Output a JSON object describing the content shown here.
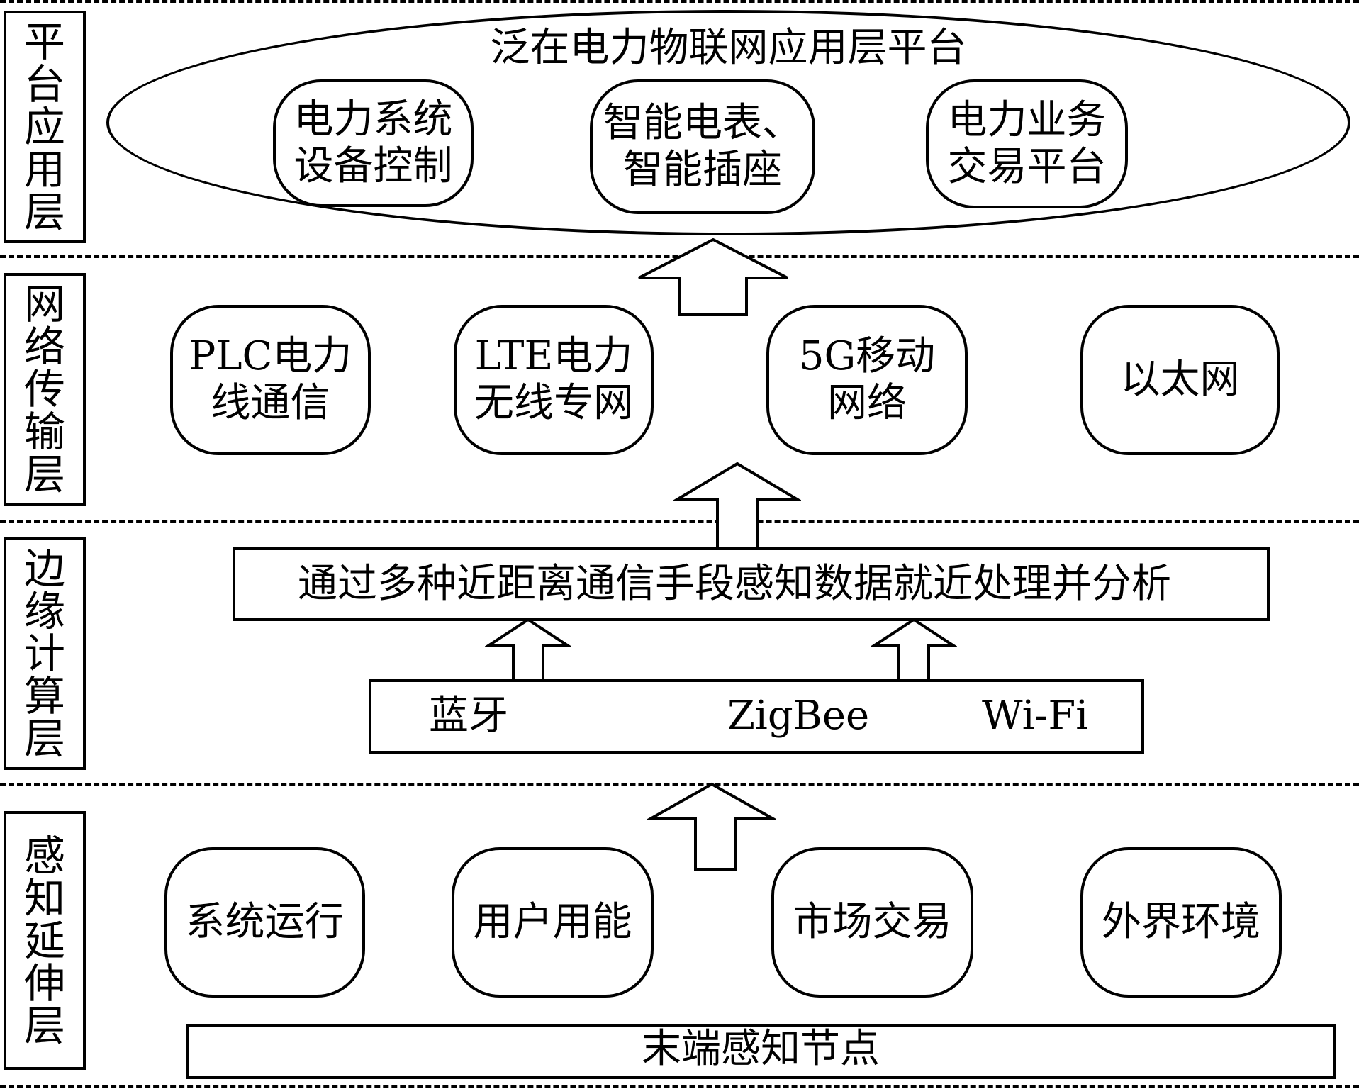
{
  "layers": [
    {
      "label": "平台应用层"
    },
    {
      "label": "网络传输层"
    },
    {
      "label": "边缘计算层"
    },
    {
      "label": "感知延伸层"
    }
  ],
  "platform": {
    "title": "泛在电力物联网应用层平台",
    "boxes": [
      {
        "line1": "电力系统",
        "line2": "设备控制"
      },
      {
        "line1": "智能电表、",
        "line2": "智能插座"
      },
      {
        "line1": "电力业务",
        "line2": "交易平台"
      }
    ]
  },
  "network": {
    "boxes": [
      {
        "line1": "PLC电力",
        "line2": "线通信"
      },
      {
        "line1": "LTE电力",
        "line2": "无线专网"
      },
      {
        "line1": "5G移动",
        "line2": "网络"
      },
      {
        "line1": "以太网",
        "line2": ""
      }
    ]
  },
  "edge": {
    "process_text": "通过多种近距离通信手段感知数据就近处理并分析",
    "protocols": [
      "蓝牙",
      "ZigBee",
      "Wi-Fi"
    ]
  },
  "perception": {
    "boxes": [
      "系统运行",
      "用户用能",
      "市场交易",
      "外界环境"
    ],
    "node_text": "末端感知节点"
  }
}
